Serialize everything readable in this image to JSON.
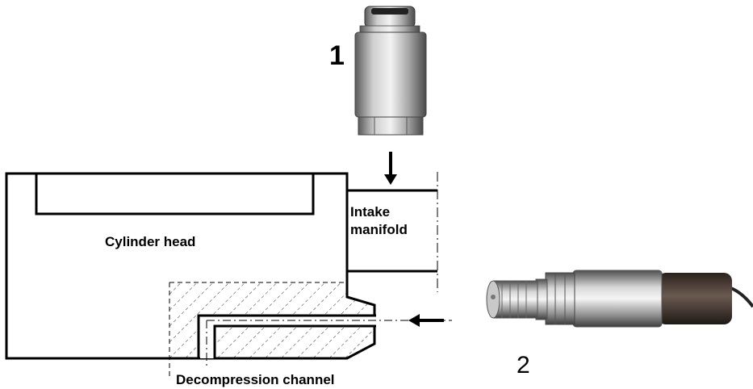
{
  "labels": {
    "sensor_1_number": "1",
    "sensor_2_number": "2",
    "intake_line1": "Intake",
    "intake_line2": "manifold",
    "cylinder_head": "Cylinder head",
    "decompression_channel": "Decompression channel"
  },
  "colors": {
    "line": "#000000",
    "hatch": "#000000",
    "background": "#ffffff",
    "sensor_metal": "#9a9a9a",
    "sensor_cable": "#3a2e28"
  },
  "icons": {
    "sensor_1": "accelerometer-sensor-icon",
    "sensor_2": "pressure-sensor-icon"
  }
}
